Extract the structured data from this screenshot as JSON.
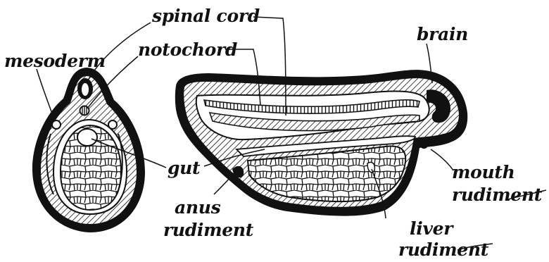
{
  "labels": {
    "spinal_cord": "spinal cord",
    "notochord": "notochord",
    "brain": "brain",
    "mesoderm": "mesoderm",
    "gut": "gut",
    "mouth_rudiment_1": "mouth",
    "mouth_rudiment_2": "rudiment",
    "anus_rudiment_1": "anus",
    "anus_rudiment_2": "rudiment",
    "liver_rudiment_1": "liver",
    "liver_rudiment_2": "rudiment"
  },
  "colors": {
    "ink": "#111111",
    "paper": "#ffffff"
  }
}
